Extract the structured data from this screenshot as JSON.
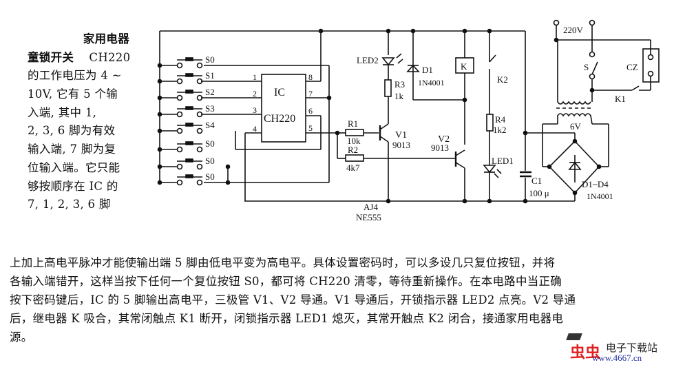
{
  "side_text": {
    "title_line1": "家用电器",
    "title_line2": "童锁开关",
    "lines": [
      "CH220",
      "的工作电压为 4 ~",
      "10V, 它有 5 个输",
      "入端, 其中 1,",
      "2, 3, 6 脚为有效",
      "输入端, 7 脚为复",
      "位输入端。它只能",
      "够按顺序在 IC 的",
      "7, 1, 2, 3, 6 脚"
    ]
  },
  "paragraph": [
    "上加上高电平脉冲才能使输出端 5 脚由低电平变为高电平。具体设置密码时，可以多设几只复位按钮，并将",
    "各输入端错开，这样当按下任何一个复位按钮 S0，都可将 CH220 清零，等待重新操作。在本电路中当正确",
    "按下密码键后，IC 的 5 脚输出高电平，三极管 V1、V2 导通。V1 导通后，开锁指示器 LED2 点亮。V2 导通",
    "后，继电器 K 吸合，其常闭触点 K1 断开，闭锁指示器 LED1 熄灭，其常开触点 K2 闭合，接通家用电器电",
    "源。"
  ],
  "schematic": {
    "switches": [
      "S0",
      "S1",
      "S2",
      "S3",
      "S4",
      "S0",
      "S0",
      "S0"
    ],
    "ic": {
      "name": "IC",
      "part": "CH220",
      "pins": [
        "1",
        "2",
        "3",
        "4",
        "5",
        "6",
        "7",
        "8"
      ]
    },
    "resistors": {
      "R1": {
        "label": "R1",
        "value": "10k"
      },
      "R2": {
        "label": "R2",
        "value": "4k7"
      },
      "R3": {
        "label": "R3",
        "value": "1k"
      },
      "R4": {
        "label": "R4",
        "value": "1k2"
      }
    },
    "transistors": {
      "V1": {
        "label": "V1",
        "part": "9013"
      },
      "V2": {
        "label": "V2",
        "part": "9013"
      }
    },
    "leds": {
      "LED1": "LED1",
      "LED2": "LED2"
    },
    "diode": {
      "label": "D1",
      "part": "1N4001"
    },
    "relay": {
      "label": "K",
      "contact_no": "K2",
      "contact_nc": "K1"
    },
    "capacitor": {
      "label": "C1",
      "value": "100 μ"
    },
    "bridge": {
      "label": "D1~D4",
      "part": "1N4001"
    },
    "transformer": {
      "secondary": "6V"
    },
    "mains": {
      "voltage": "220V",
      "switch": "S",
      "socket": "CZ"
    },
    "note": {
      "line1": "AJ4",
      "line2": "NE555"
    }
  },
  "watermark": {
    "brand": "虫虫",
    "site": "电子下载站",
    "url": "www.4667.cn"
  }
}
